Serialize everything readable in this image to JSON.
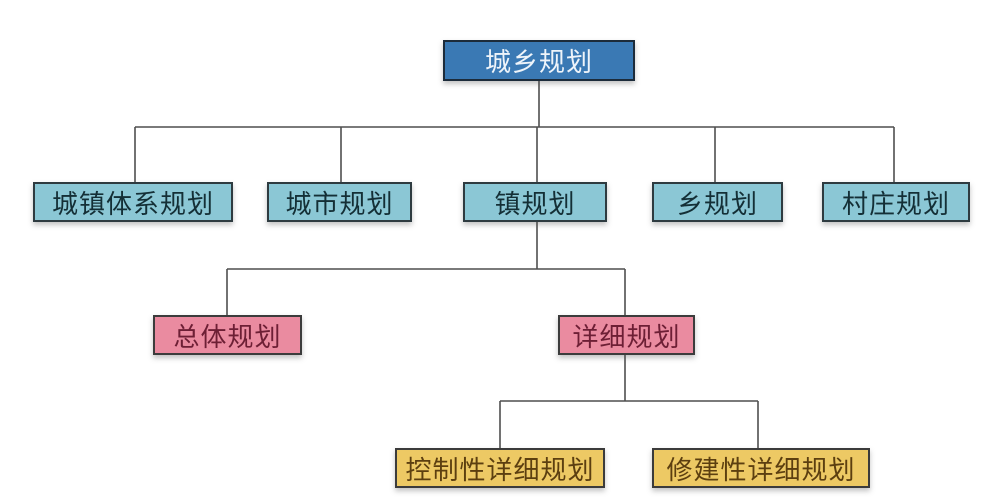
{
  "colors": {
    "background": "#ffffff",
    "line": "#4f4f4f",
    "root_fill": "#3a79b4",
    "root_border": "#1c2b3a",
    "root_text": "#eef4fa",
    "level2_fill": "#8bc7d5",
    "level2_border": "#2e3b40",
    "level2_text": "#142f36",
    "level3_fill": "#ea8ba0",
    "level3_border": "#3c3c3c",
    "level3_text": "#6d1f35",
    "level4_fill": "#edc964",
    "level4_border": "#3b3b3b",
    "level4_text": "#5c3f10"
  },
  "nodes": {
    "root": {
      "label": "城乡规划"
    },
    "level2": [
      {
        "label": "城镇体系规划"
      },
      {
        "label": "城市规划"
      },
      {
        "label": "镇规划"
      },
      {
        "label": "乡规划"
      },
      {
        "label": "村庄规划"
      }
    ],
    "level3": [
      {
        "label": "总体规划"
      },
      {
        "label": "详细规划"
      }
    ],
    "level4": [
      {
        "label": "控制性详细规划"
      },
      {
        "label": "修建性详细规划"
      }
    ]
  }
}
